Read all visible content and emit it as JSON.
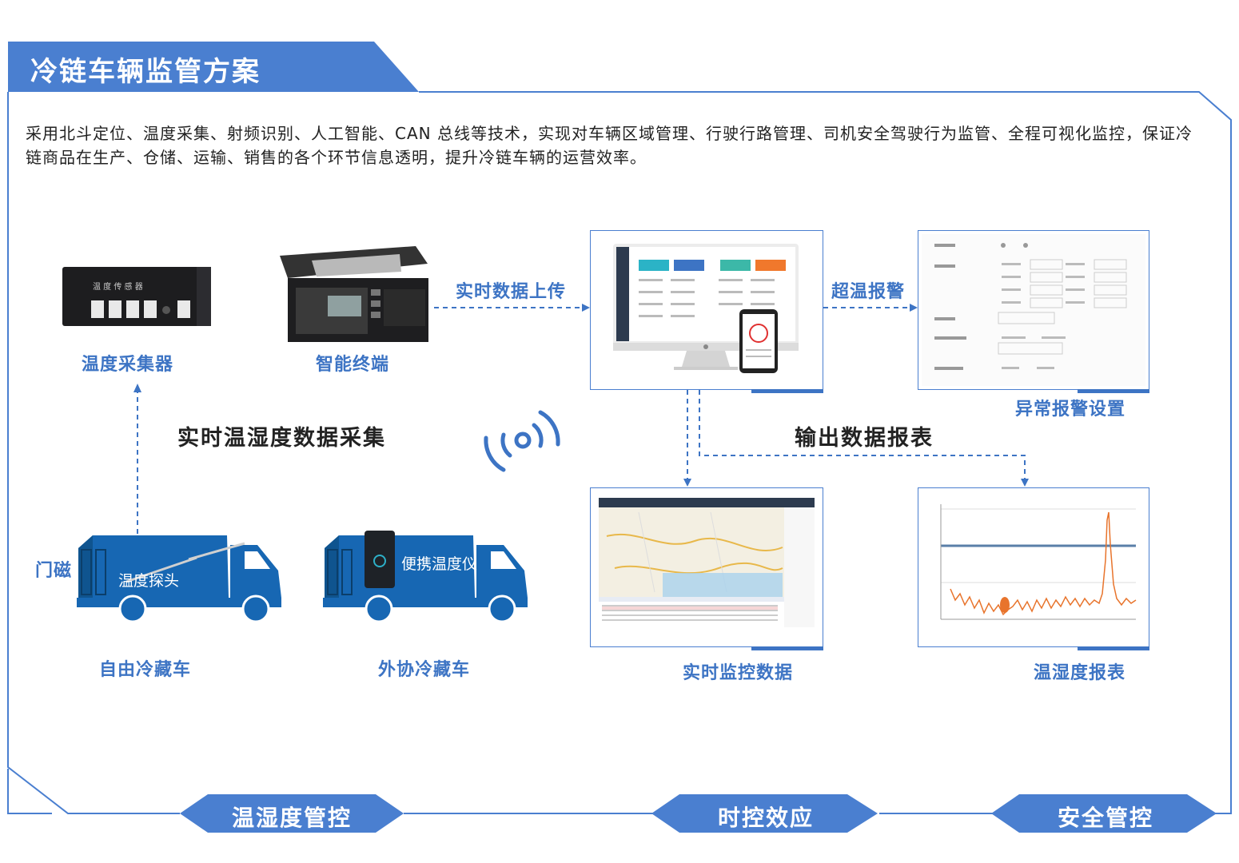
{
  "header": {
    "title": "冷链车辆监管方案"
  },
  "intro": "采用北斗定位、温度采集、射频识别、人工智能、CAN 总线等技术，实现对车辆区域管理、行驶行路管理、司机安全驾驶行为监管、全程可视化监控，保证冷链商品在生产、仓储、运输、销售的各个环节信息透明，提升冷链车辆的运营效率。",
  "devices": {
    "collector": "温度采集器",
    "collector_panel": "温 度 传 感 器",
    "terminal": "智能终端"
  },
  "flow": {
    "upload": "实时数据上传",
    "overtemp": "超温报警",
    "collect": "实时温湿度数据采集",
    "report_out": "输出数据报表"
  },
  "panels": {
    "alarm_setting": "异常报警设置",
    "monitor": "实时监控数据",
    "report": "温湿度报表"
  },
  "trucks": {
    "door": "门磁",
    "probe": "温度探头",
    "portable": "便携温度仪",
    "own": "自由冷藏车",
    "partner": "外协冷藏车"
  },
  "tabs": [
    "温湿度管控",
    "时控效应",
    "安全管控"
  ],
  "colors": {
    "brand": "#3d74c4",
    "truck": "#1767b3",
    "orange": "#e8742c"
  }
}
